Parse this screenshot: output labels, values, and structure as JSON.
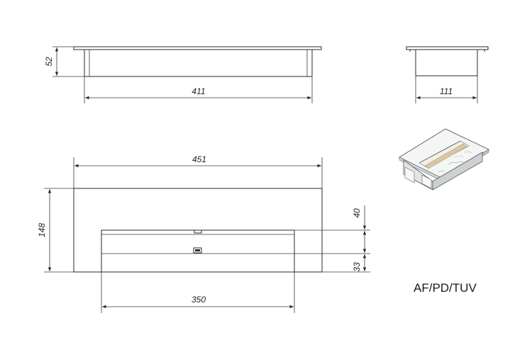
{
  "dimensions": {
    "side_height": "52",
    "side_length": "411",
    "end_width": "111",
    "plan_width": "451",
    "plan_depth": "148",
    "insert_length": "350",
    "insert_offset": "40",
    "insert_depth": "33"
  },
  "model_label": "AF/PD/TUV",
  "colors": {
    "line": "#2a2a2a",
    "fuel": "#d8c7a1",
    "steel": "#bfc3c6"
  }
}
